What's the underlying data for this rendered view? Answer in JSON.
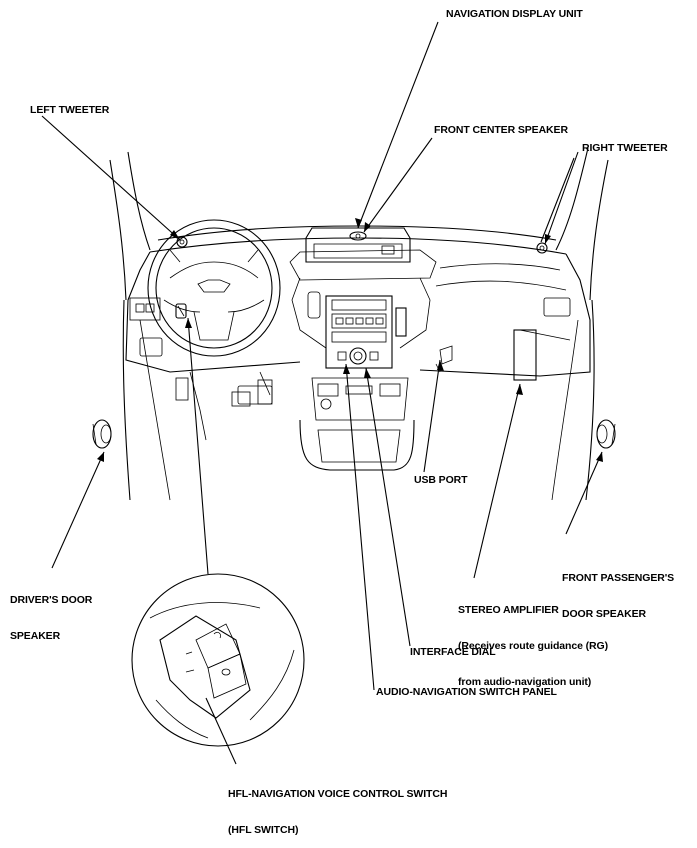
{
  "callouts": {
    "navigation_display_unit": "NAVIGATION DISPLAY UNIT",
    "left_tweeter": "LEFT TWEETER",
    "front_center_speaker": "FRONT CENTER SPEAKER",
    "right_tweeter": "RIGHT TWEETER",
    "usb_port": "USB PORT",
    "drivers_door_speaker": [
      "DRIVER'S DOOR",
      "SPEAKER"
    ],
    "front_passengers_door_speaker": [
      "FRONT PASSENGER'S",
      "DOOR SPEAKER"
    ],
    "stereo_amplifier": [
      "STEREO AMPLIFIER",
      "(Receives route guidance (RG)",
      "from audio-navigation unit)"
    ],
    "interface_dial": "INTERFACE DIAL",
    "audio_navigation_switch_panel": "AUDIO-NAVIGATION SWITCH PANEL",
    "hfl_switch": [
      "HFL-NAVIGATION VOICE CONTROL SWITCH",
      "(HFL SWITCH)"
    ]
  }
}
